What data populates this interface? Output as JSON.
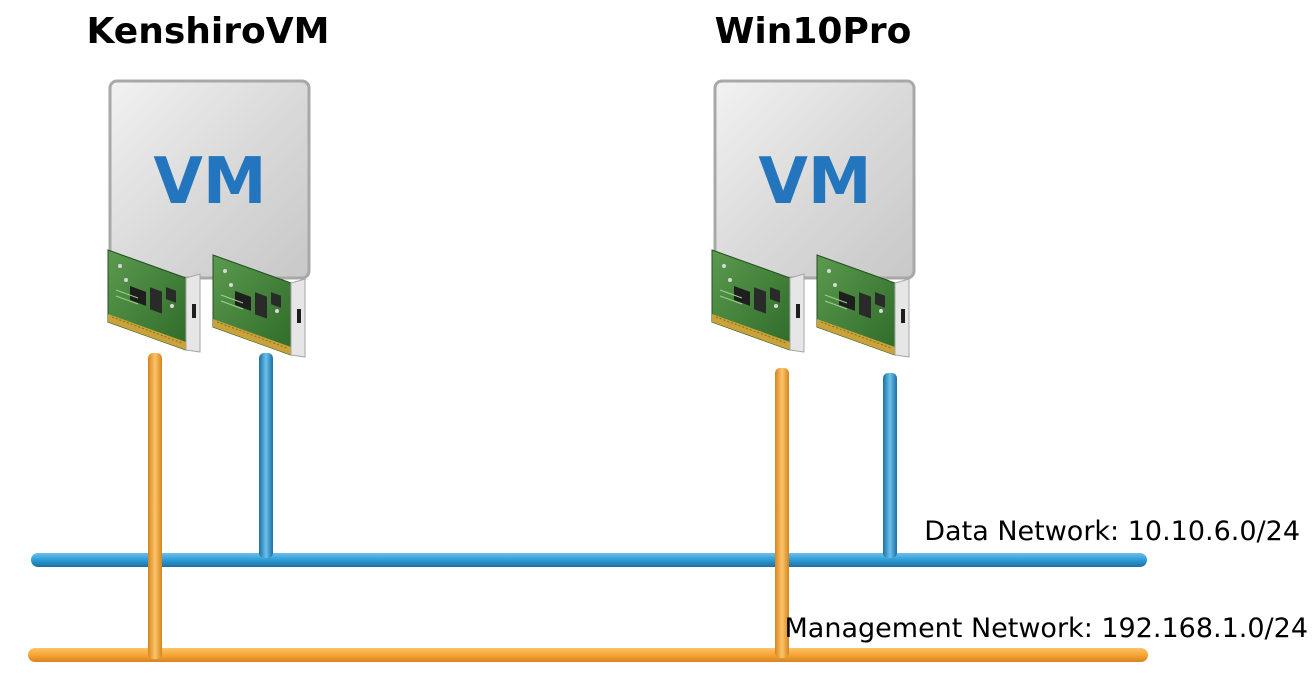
{
  "diagram": {
    "vms": [
      {
        "name": "KenshiroVM",
        "badge": "VM"
      },
      {
        "name": "Win10Pro",
        "badge": "VM"
      }
    ],
    "networks": {
      "data": {
        "label": "Data Network: 10.10.6.0/24",
        "color": "#2e9bd6"
      },
      "management": {
        "label": "Management Network: 192.168.1.0/24",
        "color": "#f7a535"
      }
    },
    "colors": {
      "vm_badge_text": "#2376bd",
      "vm_box_fill": "#dcdcdc",
      "nic_board": "#3f7f3a"
    },
    "icons": {
      "vm": "virtual-machine-icon",
      "nic": "network-card-icon"
    }
  }
}
